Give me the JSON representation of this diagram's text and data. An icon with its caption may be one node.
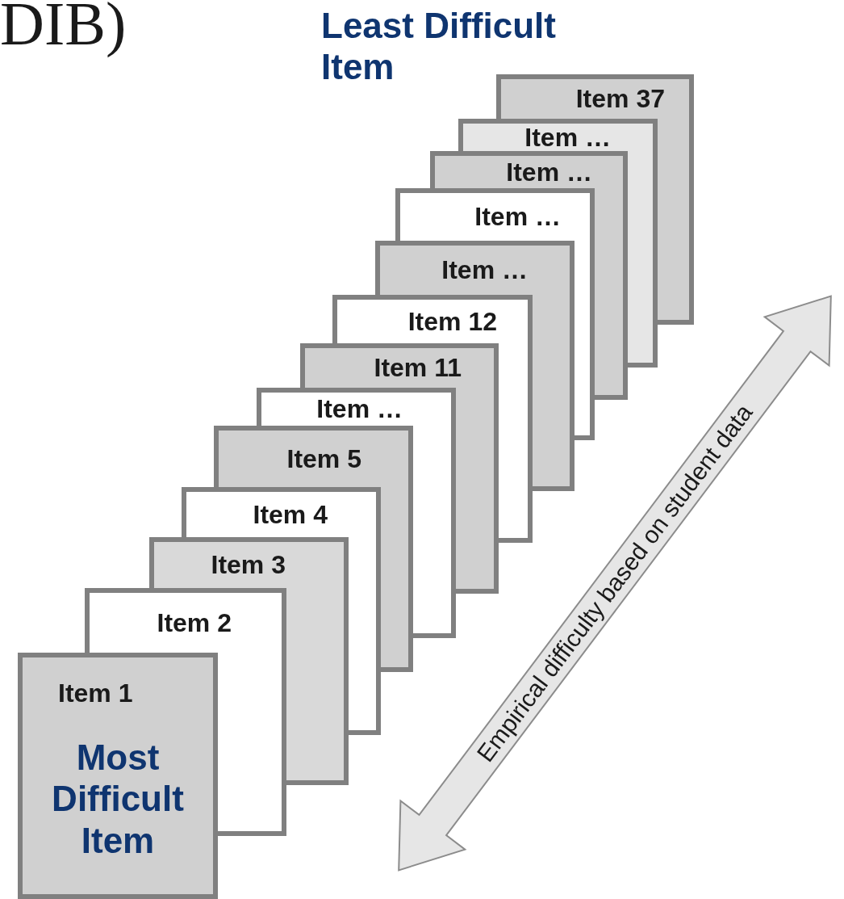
{
  "diagram": {
    "nodes": [
      {
        "text": [
          "Item 37"
        ]
      },
      {
        "text": [
          "Item …"
        ]
      },
      {
        "text": [
          "Item …"
        ]
      },
      {
        "text": [
          "Item …"
        ]
      },
      {
        "text": [
          "Item …"
        ]
      },
      {
        "text": [
          "Item 12"
        ]
      },
      {
        "text": [
          "Item 11"
        ]
      },
      {
        "text": [
          "Item …"
        ]
      },
      {
        "text": [
          "Item 5"
        ]
      },
      {
        "text": [
          "Item 4"
        ]
      },
      {
        "text": [
          "Item 3"
        ]
      },
      {
        "text": [
          "Item 2"
        ]
      },
      {
        "text": [
          "Item 1",
          "Most Difficult Item"
        ]
      }
    ],
    "edges": [],
    "labels": [
      "DIB)",
      "Least Difficult Item",
      "Empirical difficulty based on student data"
    ]
  }
}
